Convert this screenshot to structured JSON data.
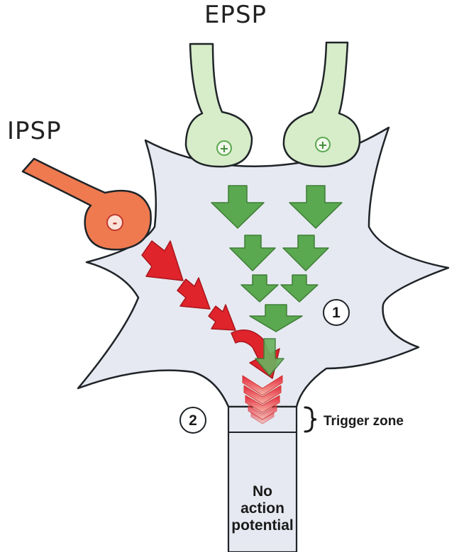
{
  "labels": {
    "epsp": "EPSP",
    "ipsp": "IPSP",
    "trigger_zone": "Trigger zone",
    "outcome_line1": "No",
    "outcome_line2": "action",
    "outcome_line3": "potential",
    "marker1": "1",
    "marker2": "2"
  },
  "signs": {
    "excitatory": "+",
    "inhibitory": "-"
  },
  "colors": {
    "soma_fill": "#e6e9f1",
    "outline": "#1f2428",
    "excitatory_fill": "#d7ecc9",
    "excitatory_arrow": "#5aa850",
    "inhibitory_fill": "#ef7a50",
    "inhibitory_arrow": "#e0242c"
  },
  "icons": [
    "excitatory-terminal",
    "inhibitory-terminal",
    "green-arrow",
    "red-arrow",
    "chevron",
    "bracket"
  ]
}
